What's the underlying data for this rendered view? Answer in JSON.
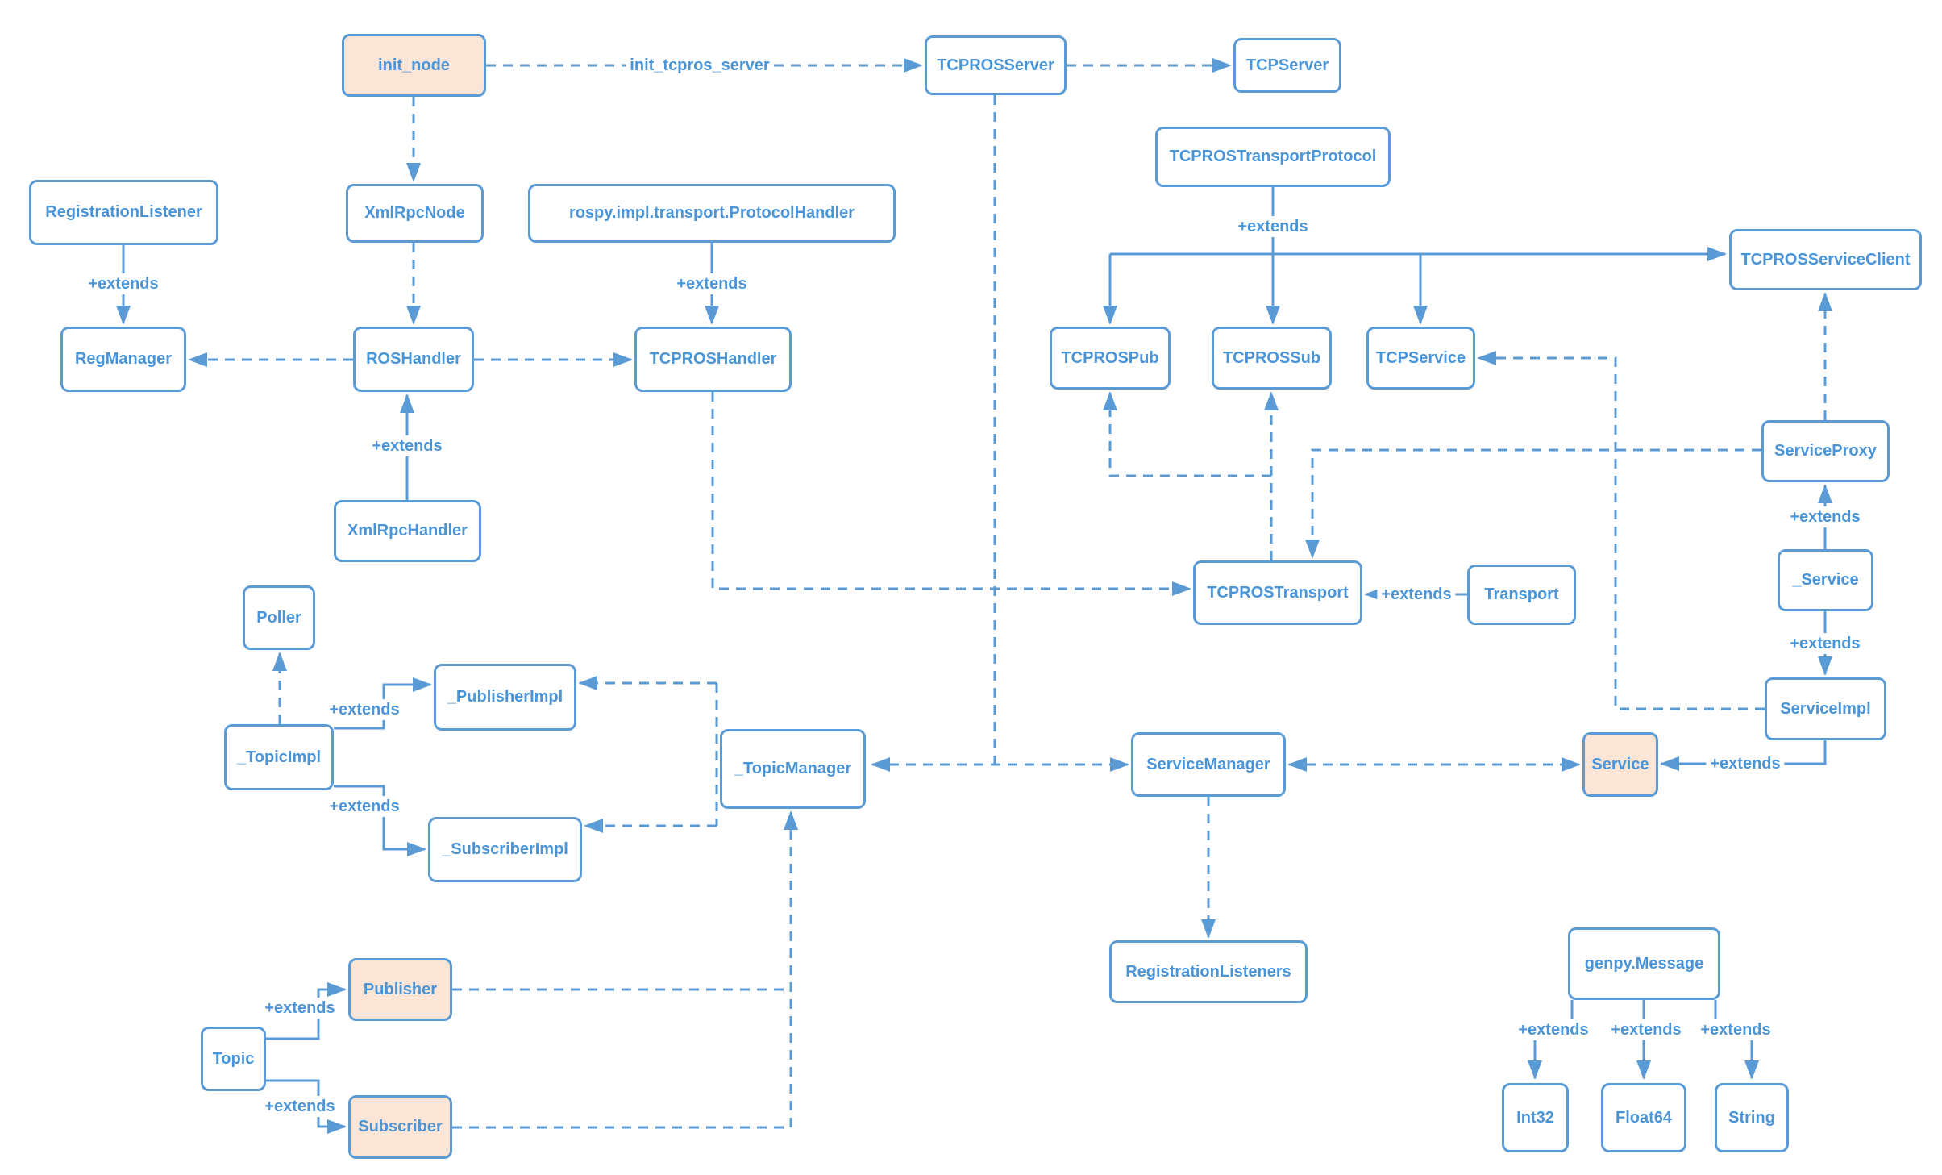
{
  "diagram": {
    "type": "class-dependency-diagram",
    "colors": {
      "line": "#5B9BD5",
      "text": "#4A94D8",
      "highlight_fill": "#FBE5D6",
      "node_fill": "#FFFFFF",
      "background": "#FFFFFF"
    },
    "nodes": {
      "init_node": {
        "label": "init_node",
        "highlighted": true
      },
      "tcpros_server": {
        "label": "TCPROSServer",
        "highlighted": false
      },
      "tcp_server": {
        "label": "TCPServer",
        "highlighted": false
      },
      "registration_listener": {
        "label": "RegistrationListener",
        "highlighted": false
      },
      "xmlrpc_node": {
        "label": "XmlRpcNode",
        "highlighted": false
      },
      "protocol_handler": {
        "label": "rospy.impl.transport.ProtocolHandler",
        "highlighted": false
      },
      "tcpros_transport_protocol": {
        "label": "TCPROSTransportProtocol",
        "highlighted": false
      },
      "tcpros_service_client": {
        "label": "TCPROSServiceClient",
        "highlighted": false
      },
      "reg_manager": {
        "label": "RegManager",
        "highlighted": false
      },
      "ros_handler": {
        "label": "ROSHandler",
        "highlighted": false
      },
      "tcpros_handler": {
        "label": "TCPROSHandler",
        "highlighted": false
      },
      "tcpros_pub": {
        "label": "TCPROSPub",
        "highlighted": false
      },
      "tcpros_sub": {
        "label": "TCPROSSub",
        "highlighted": false
      },
      "tcp_service": {
        "label": "TCPService",
        "highlighted": false
      },
      "xmlrpc_handler": {
        "label": "XmlRpcHandler",
        "highlighted": false
      },
      "service_proxy": {
        "label": "ServiceProxy",
        "highlighted": false
      },
      "poller": {
        "label": "Poller",
        "highlighted": false
      },
      "tcpros_transport": {
        "label": "TCPROSTransport",
        "highlighted": false
      },
      "transport": {
        "label": "Transport",
        "highlighted": false
      },
      "service_private": {
        "label": "_Service",
        "highlighted": false
      },
      "publisher_impl": {
        "label": "_PublisherImpl",
        "highlighted": false
      },
      "topic_impl": {
        "label": "_TopicImpl",
        "highlighted": false
      },
      "subscriber_impl": {
        "label": "_SubscriberImpl",
        "highlighted": false
      },
      "topic_manager": {
        "label": "_TopicManager",
        "highlighted": false
      },
      "service_manager": {
        "label": "ServiceManager",
        "highlighted": false
      },
      "service": {
        "label": "Service",
        "highlighted": true
      },
      "service_impl": {
        "label": "ServiceImpl",
        "highlighted": false
      },
      "registration_listeners": {
        "label": "RegistrationListeners",
        "highlighted": false
      },
      "genpy_message": {
        "label": "genpy.Message",
        "highlighted": false
      },
      "publisher": {
        "label": "Publisher",
        "highlighted": true
      },
      "topic": {
        "label": "Topic",
        "highlighted": false
      },
      "subscriber": {
        "label": "Subscriber",
        "highlighted": true
      },
      "int32": {
        "label": "Int32",
        "highlighted": false
      },
      "float64": {
        "label": "Float64",
        "highlighted": false
      },
      "string": {
        "label": "String",
        "highlighted": false
      }
    },
    "edge_labels": {
      "init_tcpros_server": "init_tcpros_server",
      "extends_registration_listener": "+extends",
      "extends_xmlrpc_handler": "+extends",
      "extends_protocol_handler": "+extends",
      "extends_transport_protocol": "+extends",
      "extends_publisher_impl": "+extends",
      "extends_subscriber_impl": "+extends",
      "extends_publisher": "+extends",
      "extends_subscriber": "+extends",
      "extends_transport": "+extends",
      "extends_service_proxy": "+extends",
      "extends_service_impl": "+extends",
      "extends_service": "+extends",
      "extends_int32": "+extends",
      "extends_float64": "+extends",
      "extends_string": "+extends"
    }
  }
}
